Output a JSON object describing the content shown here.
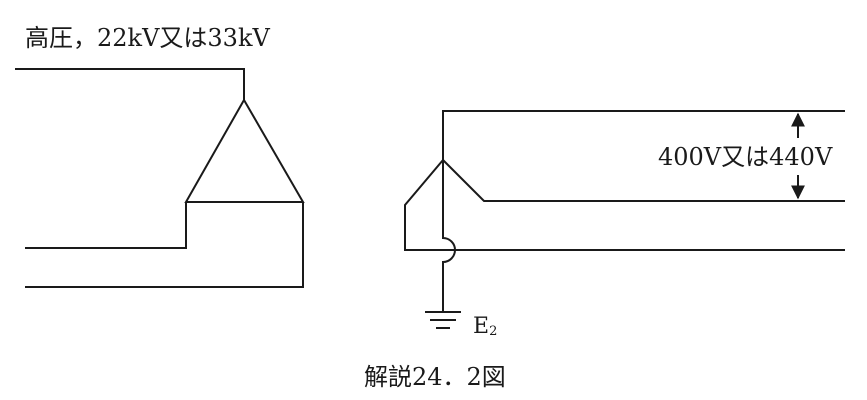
{
  "diagram": {
    "hv_label": "高圧，22kV又は33kV",
    "lv_label": "400V又は440V",
    "ground_label": "E",
    "ground_subscript": "2",
    "caption": "解説24．2図"
  },
  "colors": {
    "line": "#1a1a1a",
    "background": "#ffffff"
  }
}
